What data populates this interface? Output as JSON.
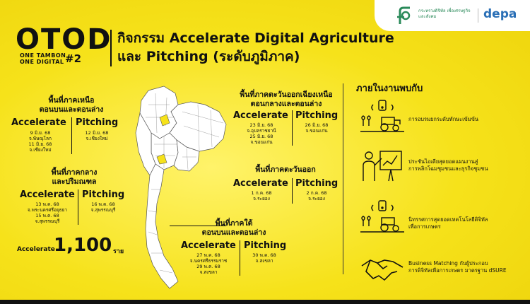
{
  "header": {
    "logo_main": "OTOD",
    "logo_line1": "ONE TAMBON",
    "logo_line2": "ONE DIGITAL",
    "logo_number": "#2",
    "title_line1": "กิจกรรม Accelerate Digital Agriculture",
    "title_line2": "และ Pitching (ระดับภูมิภาค)"
  },
  "brand": {
    "ministry_text": "กระทรวงดิจิทัล เพื่อเศรษฐกิจและสังคม",
    "depa": "depa"
  },
  "regions": {
    "north": {
      "title_line1": "พื้นที่ภาคเหนือ",
      "title_line2": "ตอนบนและตอนล่าง",
      "accelerate_label": "Accelerate",
      "accelerate_details": [
        "9 มิ.ย. 68",
        "จ.พิษณุโลก",
        "11 มิ.ย. 68",
        "จ.เชียงใหม่"
      ],
      "pitching_label": "Pitching",
      "pitching_details": [
        "12 มิ.ย. 68",
        "จ.เชียงใหม่"
      ]
    },
    "central": {
      "title_line1": "พื้นที่ภาคกลาง",
      "title_line2": "และปริมณฑล",
      "accelerate_label": "Accelerate",
      "accelerate_details": [
        "13 พ.ค. 68",
        "จ.พระนครศรีอยุธยา",
        "15 พ.ค. 68",
        "จ.สุพรรณบุรี"
      ],
      "pitching_label": "Pitching",
      "pitching_details": [
        "16 พ.ค. 68",
        "จ.สุพรรณบุรี"
      ]
    },
    "northeast": {
      "title_line1": "พื้นที่ภาคตะวันออกเฉียงเหนือ",
      "title_line2": "ตอนกลางและตอนล่าง",
      "accelerate_label": "Accelerate",
      "accelerate_details": [
        "23 มิ.ย. 68",
        "จ.อุบลราชธานี",
        "25 มิ.ย. 68",
        "จ.ขอนแก่น"
      ],
      "pitching_label": "Pitching",
      "pitching_details": [
        "26 มิ.ย. 68",
        "จ.ขอนแก่น"
      ]
    },
    "east": {
      "title_line1": "พื้นที่ภาคตะวันออก",
      "accelerate_label": "Accelerate",
      "accelerate_details": [
        "1 ก.ค. 68",
        "จ.ระยอง"
      ],
      "pitching_label": "Pitching",
      "pitching_details": [
        "2 ก.ค. 68",
        "จ.ระยอง"
      ]
    },
    "south": {
      "title_line1": "พื้นที่ภาคใต้",
      "title_line2": "ตอนบนและตอนล่าง",
      "accelerate_label": "Accelerate",
      "accelerate_details": [
        "27 พ.ค. 68",
        "จ.นครศรีธรรมราช",
        "29 พ.ค. 68",
        "จ.สงขลา"
      ],
      "pitching_label": "Pitching",
      "pitching_details": [
        "30 พ.ค. 68",
        "จ.สงขลา"
      ]
    }
  },
  "total": {
    "label": "Accelerate",
    "number": "1,100",
    "unit": "ราย"
  },
  "panel": {
    "title": "ภายในงานพบกับ",
    "items": [
      {
        "icon": "smart-farm-icon",
        "text": [
          "การอบรมยกระดับทักษะเข้มข้น"
        ]
      },
      {
        "icon": "presenter-icon",
        "text": [
          "ประชันไอเดียสุดยอดแผนงานสู่",
          "การพลิกโฉมชุมชนและธุรกิจชุมชน"
        ]
      },
      {
        "icon": "agritech-icon",
        "text": [
          "นิทรรศการสุดยอดเทคโนโลยีดิจิทัล",
          "เพื่อการเกษตร"
        ]
      },
      {
        "icon": "handshake-icon",
        "text": [
          "Business Matching กับผู้ประกอบ",
          "การดิจิทัลเพื่อการเกษตร มาตรฐาน dSURE"
        ]
      }
    ]
  },
  "colors": {
    "background": "#f6e21a",
    "text": "#111111",
    "depa_blue": "#2a6fb6",
    "ministry_green": "#2a8a5a"
  }
}
